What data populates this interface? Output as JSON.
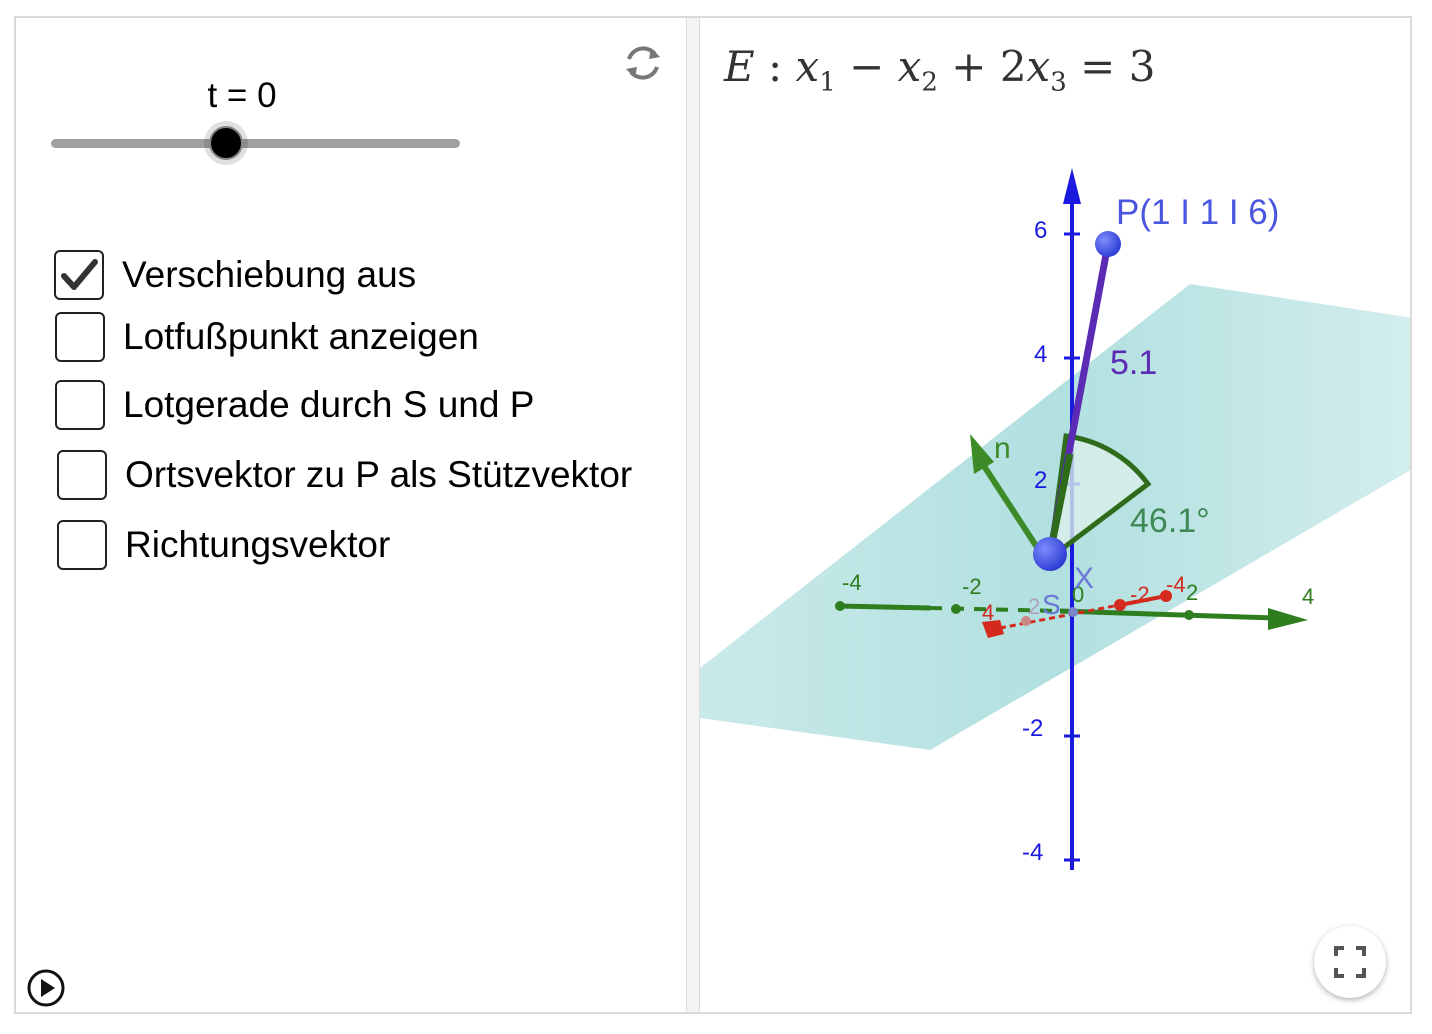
{
  "slider": {
    "label": "t = 0",
    "value": 0
  },
  "checkboxes": [
    {
      "label": "Verschiebung aus",
      "checked": true
    },
    {
      "label": "Lotfußpunkt anzeigen",
      "checked": false
    },
    {
      "label": "Lotgerade durch S und P",
      "checked": false
    },
    {
      "label": "Ortsvektor zu P als Stützvektor",
      "checked": false
    },
    {
      "label": "Richtungsvektor",
      "checked": false
    }
  ],
  "graphics": {
    "plane_equation": {
      "name": "E",
      "colon": " : ",
      "x1": "x",
      "sub1": "1",
      "minus": " − ",
      "x2": "x",
      "sub2": "2",
      "plus": " + ",
      "coef3": "2",
      "x3": "x",
      "sub3": "3",
      "eq": " = ",
      "rhs": "3"
    },
    "point_label": "P(1 I 1 I 6)",
    "distance_label": "5.1",
    "angle_label": "46.1°",
    "normal_label": "n",
    "x_label": "X",
    "s_label": "S",
    "z_ticks": [
      "6",
      "4",
      "2",
      "-2",
      "-4"
    ],
    "y_ticks": [
      "-4",
      "-2",
      "0",
      "2",
      "4"
    ],
    "x_ticks": [
      "4",
      "2",
      "-2",
      "-4"
    ],
    "colors": {
      "z_axis": "#1a1adf",
      "y_axis": "#2e7d1e",
      "x_axis": "#d42a1e",
      "plane": "#9ed8d8",
      "point": "#3b4bdc",
      "segment": "#5b2bb5",
      "normal": "#3c8a28",
      "angle": "#2e6b1a"
    }
  }
}
